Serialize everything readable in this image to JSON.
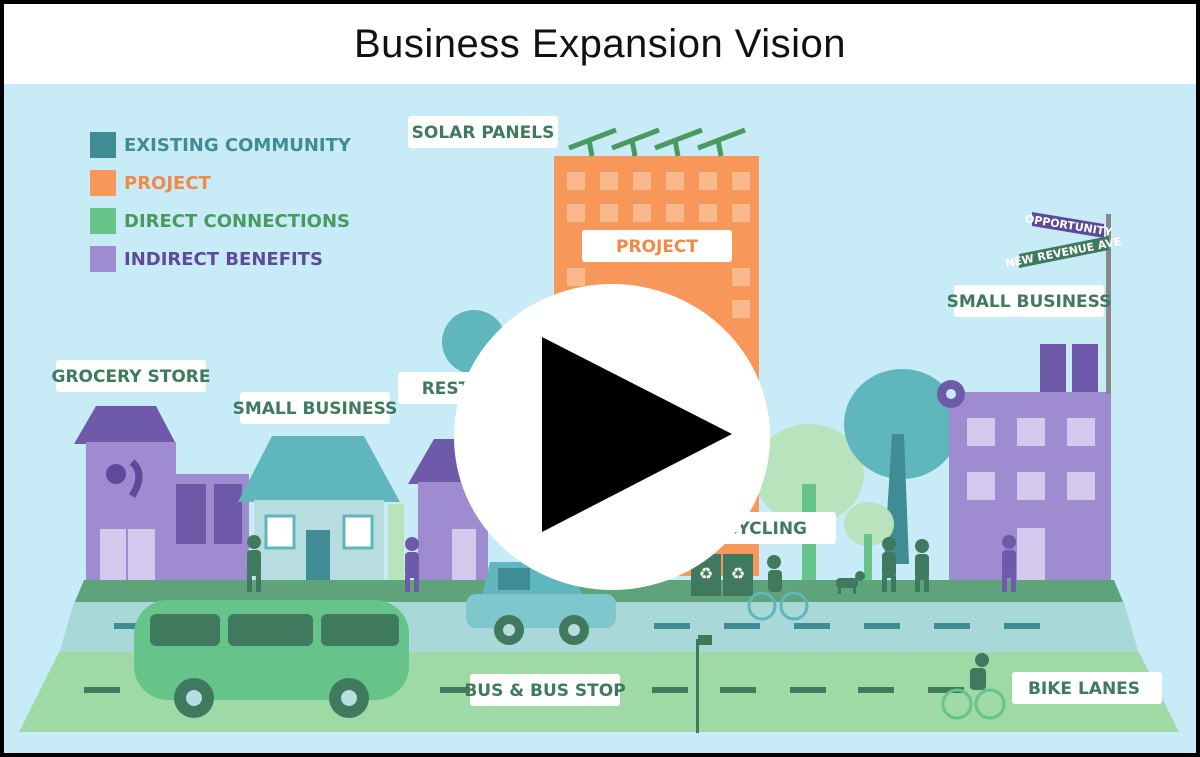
{
  "title": "Business Expansion Vision",
  "legend": [
    {
      "label": "EXISTING COMMUNITY",
      "color": "#3f8c94",
      "text_color": "#3f8c94"
    },
    {
      "label": "PROJECT",
      "color": "#f7975a",
      "text_color": "#f08a46"
    },
    {
      "label": "DIRECT CONNECTIONS",
      "color": "#66c48a",
      "text_color": "#4a9a5f"
    },
    {
      "label": "INDIRECT BENEFITS",
      "color": "#9e8bd0",
      "text_color": "#5d4a9a"
    }
  ],
  "labels": {
    "solar_panels": "SOLAR PANELS",
    "project": "PROJECT",
    "grocery_store": "GROCERY STORE",
    "small_business_left": "SMALL BUSINESS",
    "restaurant": "REST",
    "small_business_right": "SMALL BUSINESS",
    "recycling": "CYCLING",
    "bus_stop": "BUS & BUS STOP",
    "bike_lanes": "BIKE LANES"
  },
  "street_signs": {
    "top": "OPPORTUNITY",
    "bottom": "NEW REVENUE AVE"
  },
  "colors": {
    "sky": "#c8ecf7",
    "project": "#f7975a",
    "indirect": "#9e8bd0",
    "direct": "#66c48a",
    "existing": "#3f8c94"
  },
  "play_button": {
    "icon": "play-icon"
  }
}
